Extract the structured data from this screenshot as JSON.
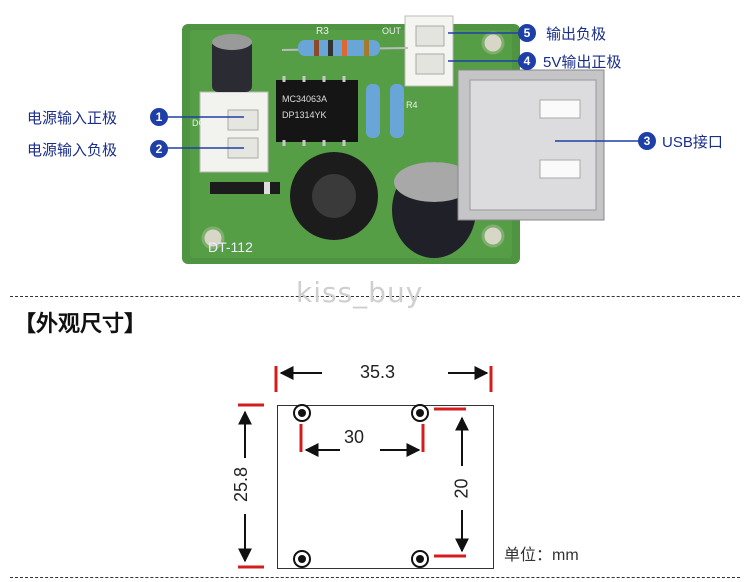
{
  "callouts": {
    "c1": {
      "num": "1",
      "label": "电源输入正极"
    },
    "c2": {
      "num": "2",
      "label": "电源输入负极"
    },
    "c3": {
      "num": "3",
      "label": "USB接口"
    },
    "c4": {
      "num": "4",
      "label": "5V输出正极"
    },
    "c5": {
      "num": "5",
      "label": "输出负极"
    }
  },
  "board": {
    "model": "DT-112",
    "ic_line1": "MC34063A",
    "ic_line2": "DP1314YK",
    "r3": "R3",
    "r4": "R4",
    "out": "OUT",
    "dc": "DC"
  },
  "watermark": "kiss_buy",
  "section_title": "【外观尺寸】",
  "dims": {
    "outer_width": "35.3",
    "hole_width": "30",
    "outer_height": "25.8",
    "hole_height": "20",
    "unit": "单位：mm"
  }
}
